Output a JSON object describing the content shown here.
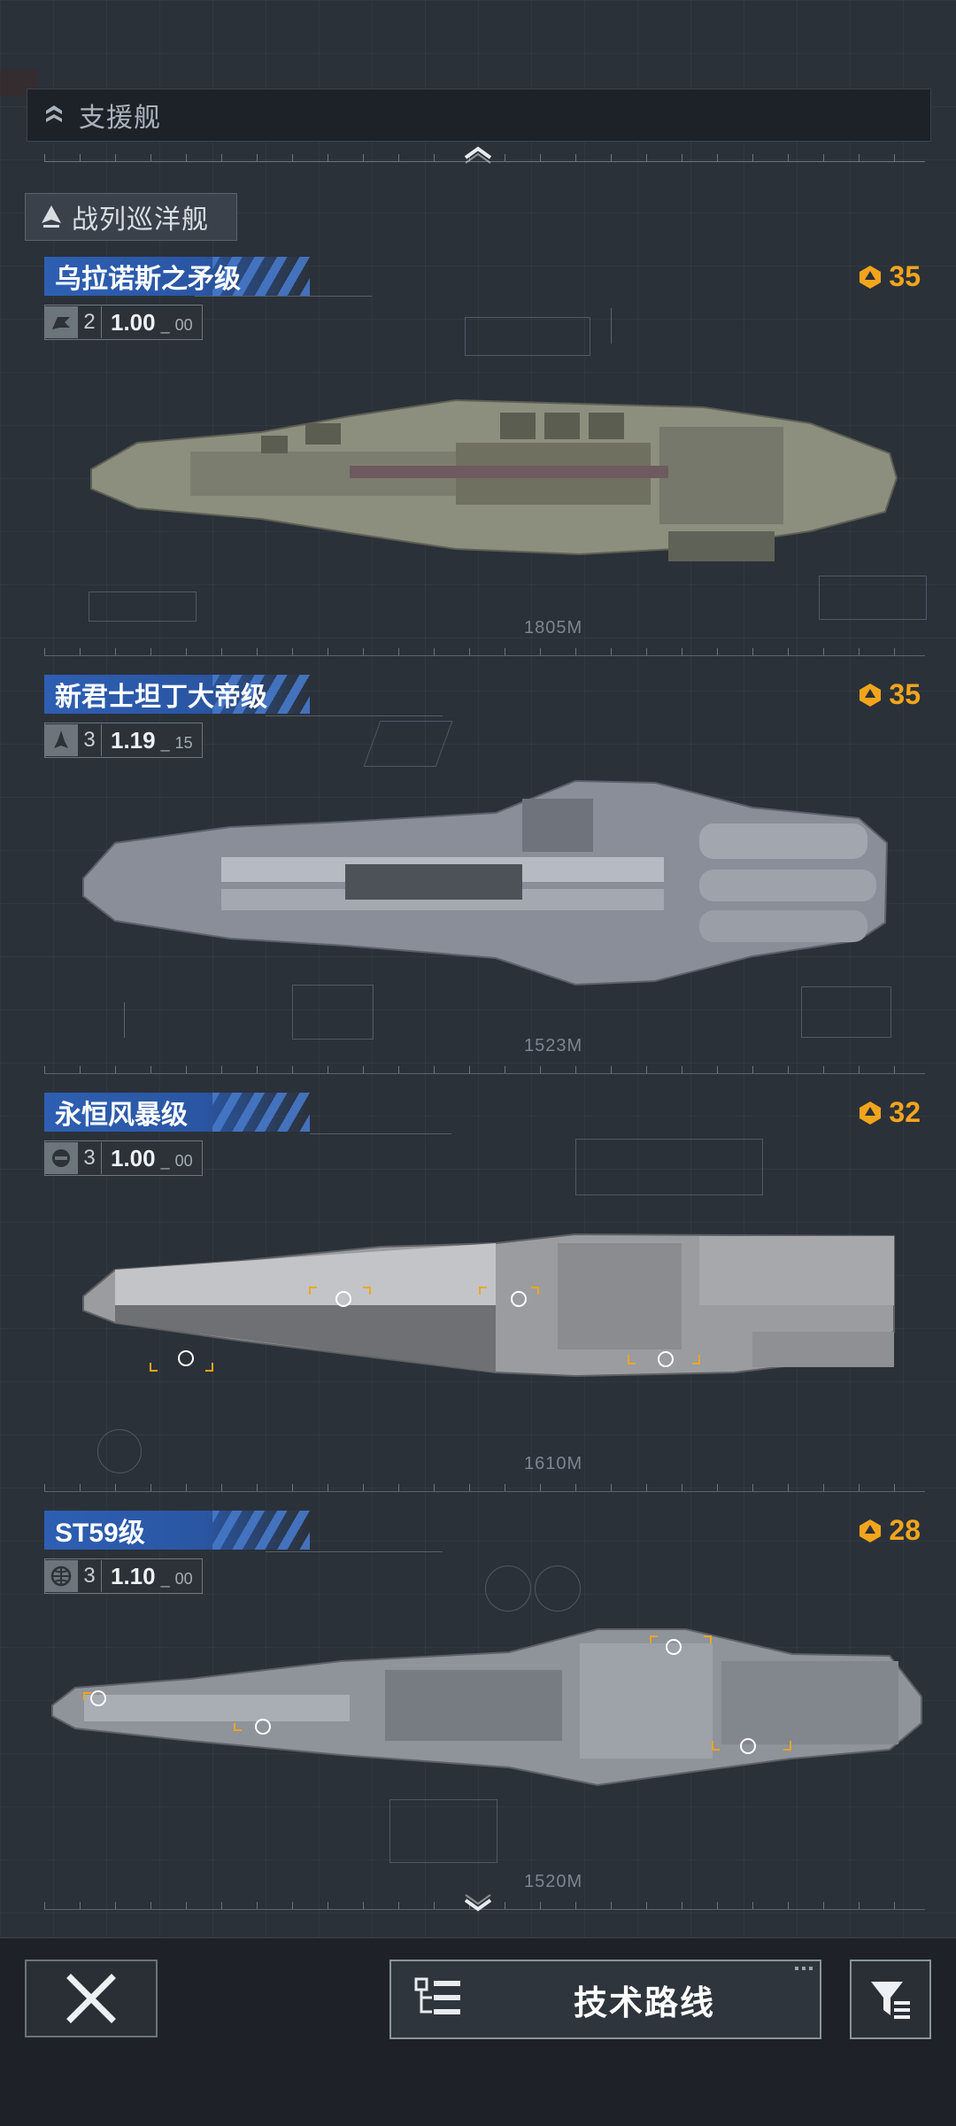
{
  "support_section": {
    "label": "支援舰",
    "icon": "support-ship-icon"
  },
  "category": {
    "label": "战列巡洋舰",
    "icon": "battlecruiser-icon"
  },
  "ships": [
    {
      "name": "乌拉诺斯之矛级",
      "tier": "2",
      "value": "1.00",
      "sub": "00",
      "cost": "35",
      "length": "1805M",
      "type_icon": "flag-icon",
      "hull": "#8c8f7e"
    },
    {
      "name": "新君士坦丁大帝级",
      "tier": "3",
      "value": "1.19",
      "sub": "15",
      "cost": "35",
      "length": "1523M",
      "type_icon": "ship-silhouette-icon",
      "hull": "#8a8e98"
    },
    {
      "name": "永恒风暴级",
      "tier": "3",
      "value": "1.00",
      "sub": "00",
      "cost": "32",
      "length": "1610M",
      "type_icon": "faction-icon",
      "hull": "#9a9ca0"
    },
    {
      "name": "ST59级",
      "tier": "3",
      "value": "1.10",
      "sub": "00",
      "cost": "28",
      "length": "1520M",
      "type_icon": "globe-icon",
      "hull": "#8f939a"
    }
  ],
  "bottom_bar": {
    "tech_route_label": "技术路线"
  },
  "colors": {
    "accent_cost": "#f2a51c",
    "name_tag": "#2e5fb2",
    "background": "#2b3139"
  }
}
